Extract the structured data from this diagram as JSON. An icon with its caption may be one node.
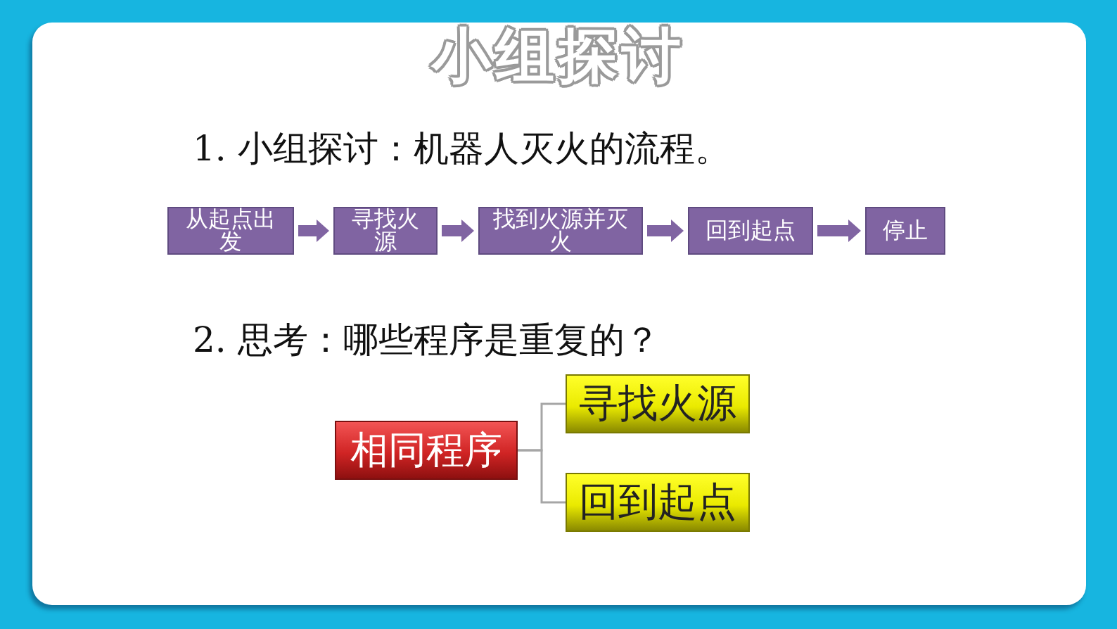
{
  "diagram": {
    "title": "小组探讨",
    "nodes": [
      {
        "text": [
          "从起点出发"
        ]
      },
      {
        "text": [
          "寻找火源"
        ]
      },
      {
        "text": [
          "找到火源并灭火"
        ]
      },
      {
        "text": [
          "回到起点"
        ]
      },
      {
        "text": [
          "停止"
        ]
      },
      {
        "text": [
          "相同程序"
        ]
      },
      {
        "text": [
          "寻找火源"
        ]
      },
      {
        "text": [
          "回到起点"
        ]
      }
    ],
    "edges": [
      {
        "from": 0,
        "to": 1,
        "arrow": "to"
      },
      {
        "from": 1,
        "to": 2,
        "arrow": "to"
      },
      {
        "from": 2,
        "to": 3,
        "arrow": "to"
      },
      {
        "from": 3,
        "to": 4,
        "arrow": "to"
      },
      {
        "from": 5,
        "to": 6,
        "arrow": "none",
        "color": "#a6a6a6"
      },
      {
        "from": 5,
        "to": 7,
        "arrow": "none",
        "color": "#a6a6a6"
      }
    ],
    "labels": [
      "1. 小组探讨：机器人灭火的流程。",
      "2. 思考：哪些程序是重复的？"
    ]
  }
}
